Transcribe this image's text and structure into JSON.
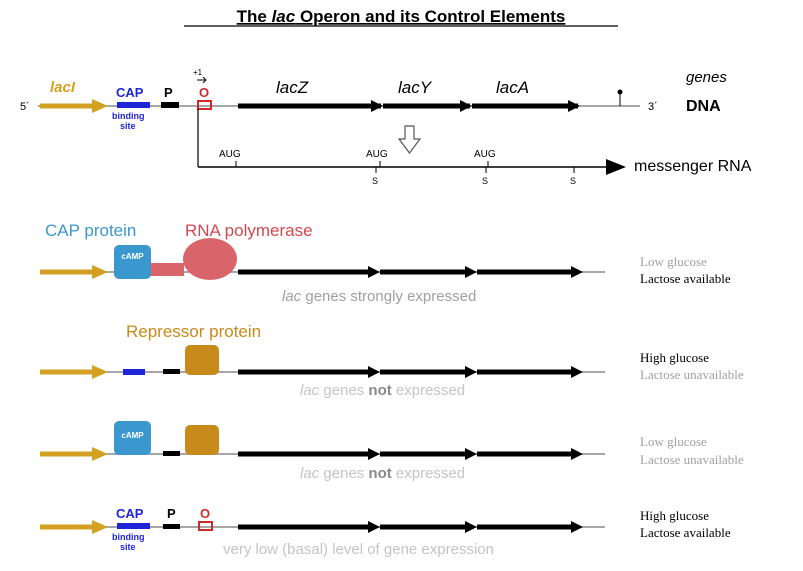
{
  "title": {
    "prefix": "The ",
    "italic": "lac",
    "suffix": " Operon and its Control Elements"
  },
  "top": {
    "five_prime": "5´",
    "three_prime": "3´",
    "laci": "lacI",
    "cap": "CAP",
    "binding": "binding",
    "site": "site",
    "p": "P",
    "o": "O",
    "plus_one": "+1",
    "genes": [
      "lacZ",
      "lacY",
      "lacA"
    ],
    "genes_label": "genes",
    "dna_label": "DNA",
    "aug": "AUG",
    "stop": "S",
    "mrna_label": "messenger RNA"
  },
  "scenarios": [
    {
      "protein1": "CAP protein",
      "protein2": "RNA polymerase",
      "camp": "cAMP",
      "expr_italic": "lac",
      "expr_rest": " genes strongly expressed",
      "glucose": "Low glucose",
      "lactose": "Lactose available"
    },
    {
      "protein1": "Repressor protein",
      "expr_italic": "lac",
      "expr_mid": " genes ",
      "expr_bold": "not",
      "expr_end": " expressed",
      "glucose": "High glucose",
      "lactose": "Lactose unavailable"
    },
    {
      "camp": "cAMP",
      "expr_italic": "lac",
      "expr_mid": " genes ",
      "expr_bold": "not",
      "expr_end": " expressed",
      "glucose": "Low glucose",
      "lactose": "Lactose unavailable"
    },
    {
      "cap": "CAP",
      "binding": "binding",
      "site": "site",
      "p": "P",
      "o": "O",
      "expr": "very low (basal) level of gene expression",
      "glucose": "High glucose",
      "lactose": "Lactose available"
    }
  ],
  "colors": {
    "gold": "#d3a021",
    "cap_blue": "#1f24d6",
    "operator_red": "#cf2a2a",
    "camp_blue": "#3a98cf",
    "polymerase": "#d9646a",
    "repressor": "#c88a1b",
    "faded": "#a0a0a0"
  }
}
